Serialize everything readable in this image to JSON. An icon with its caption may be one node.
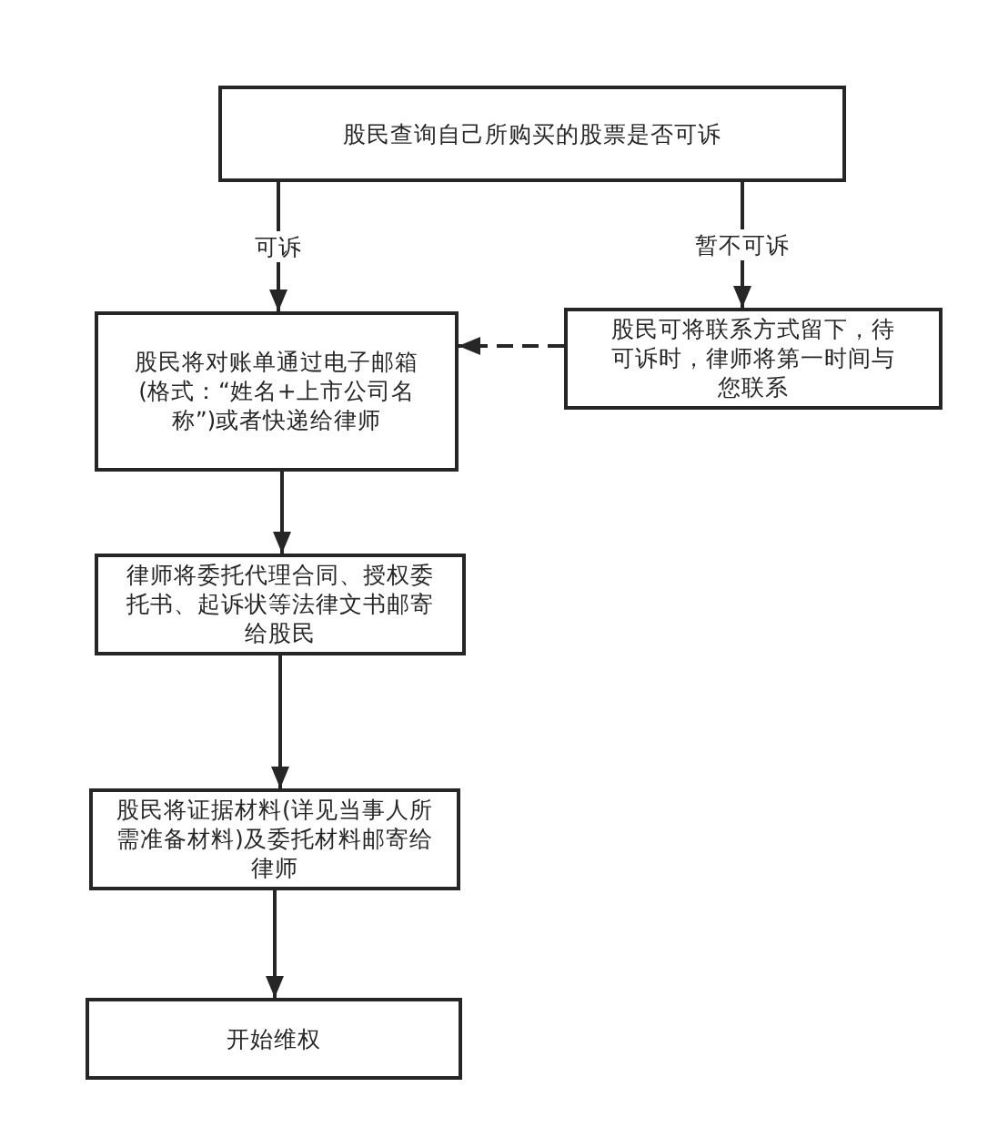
{
  "diagram": {
    "nodes": [
      {
        "text": [
          "股民查询自己所购买的股票是否可诉"
        ]
      },
      {
        "text": [
          "股民将对账单通过电子邮箱(格式：“姓名+上市公司名称”)或者快递给律师"
        ]
      },
      {
        "text": [
          "股民可将联系方式留下，待可诉时，律师将第一时间与您联系"
        ]
      },
      {
        "text": [
          "律师将委托代理合同、授权委托书、起诉状等法律文书邮寄给股民"
        ]
      },
      {
        "text": [
          "股民将证据材料(详见当事人所需准备材料)及委托材料邮寄给律师"
        ]
      },
      {
        "text": [
          "开始维权"
        ]
      }
    ],
    "edges": [
      {
        "from": 0,
        "to": 1,
        "arrow": "to",
        "label": "可诉"
      },
      {
        "from": 0,
        "to": 2,
        "arrow": "to",
        "label": "暂不可诉"
      },
      {
        "from": 2,
        "to": 1,
        "arrow": "to",
        "style": "dashed"
      },
      {
        "from": 1,
        "to": 3,
        "arrow": "to"
      },
      {
        "from": 3,
        "to": 4,
        "arrow": "to"
      },
      {
        "from": 4,
        "to": 5,
        "arrow": "to"
      }
    ]
  }
}
